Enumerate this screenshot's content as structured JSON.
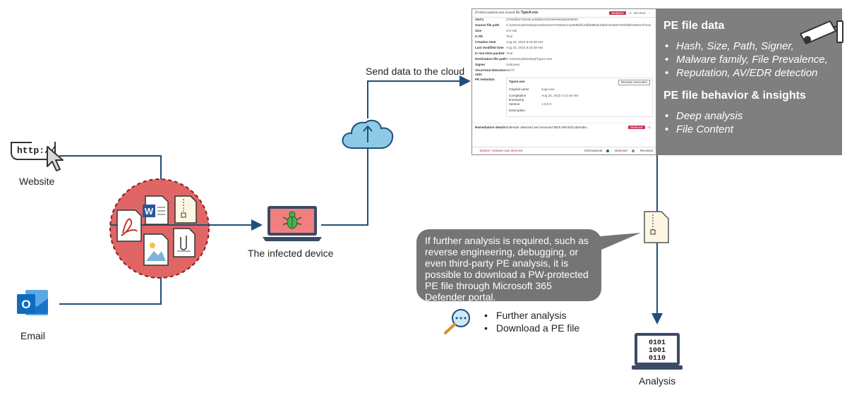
{
  "sources": {
    "website_label": "Website",
    "website_url_text": "http://",
    "email_label": "Email",
    "email_icon_letter": "O"
  },
  "device": {
    "label": "The infected device"
  },
  "cloud": {
    "label": "Send data to the cloud"
  },
  "analysis": {
    "label": "Analysis",
    "binary_lines": [
      "0101",
      "1001",
      "0110"
    ]
  },
  "pe_panel": {
    "header_title": "[TANG] explorer.exe moved file",
    "header_file": "TypeA.exe",
    "header_badge": "Malware",
    "header_count": "+1",
    "header_status": "Blocked",
    "header_more": "···",
    "rows": [
      {
        "k": "SHA1",
        "v": "275e8d6473efe6caddd66434f168e990a5a098340"
      },
      {
        "k": "Source file path",
        "v": "C:\\Users\\cp\\Desktop\\ww\\Dw41347236331ecp569bdf13aff688b8148bd7ae9d07404f05fe2e951cf7exe"
      },
      {
        "k": "Size",
        "v": "474 KB"
      },
      {
        "k": "Is PE",
        "v": "True"
      },
      {
        "k": "Creation time",
        "v": "Aug 23, 2023 8:16:38 AM"
      },
      {
        "k": "Last modified time",
        "v": "Aug 23, 2023 8:18:38 AM"
      },
      {
        "k": "Is non-time packed",
        "v": "True"
      },
      {
        "k": "Destination file path",
        "v": "C:\\Users\\cp\\Desktop\\TypeA.exe"
      },
      {
        "k": "Signer",
        "v": "Unknown"
      },
      {
        "k": "VirusTotal detection ratio",
        "v": "56/70"
      }
    ],
    "meta_label": "PE metadata",
    "meta_file": "TypeA.exe",
    "meta_button": "Remote execution",
    "meta_rows": [
      {
        "k": "Original name",
        "v": "sugo.exe"
      },
      {
        "k": "Compilation timestamp",
        "v": "Aug 23, 2023 4:14:49 AM"
      },
      {
        "k": "Version",
        "v": "1.0.0.0"
      },
      {
        "k": "Description",
        "v": ""
      }
    ],
    "remed_label": "Remediation details",
    "remed_text": "Defender detected and removed 'BDS:Win32/Cuttemdin...",
    "remed_badge": "Malware",
    "remed_count": "+1",
    "footer_alert": "'Malsize' malware was detected",
    "footer_info": "Informational",
    "footer_detected": "Detected",
    "footer_resolved": "Resolved",
    "badge_color": "#c4314b"
  },
  "info_box": {
    "title1": "PE file data",
    "items1": [
      "Hash, Size, Path, Signer,",
      "Malware family, File Prevalence,",
      "Reputation, AV/EDR detection"
    ],
    "title2": "PE file behavior & insights",
    "items2": [
      "Deep analysis",
      "File Content"
    ]
  },
  "bubble": {
    "text": "If further analysis is required, such as reverse engineering, debugging, or even third-party PE analysis, it is possible to download a PW-protected PE file through Microsoft 365 Defender portal."
  },
  "bullets": [
    "Further analysis",
    "Download a PE file"
  ],
  "colors": {
    "line": "#1f4e79",
    "cloud_fill": "#8ecae6",
    "cloud_stroke": "#1f4e79",
    "dashed_circle": "#c0392b",
    "circle_fill": "#e06666",
    "monitor": "#3c4a66",
    "laptop_screen": "#f08080",
    "bug": "#4caf50",
    "outlook_blue": "#0f6cbd",
    "grey_box": "#7f7f7f",
    "bubble": "#757575"
  }
}
